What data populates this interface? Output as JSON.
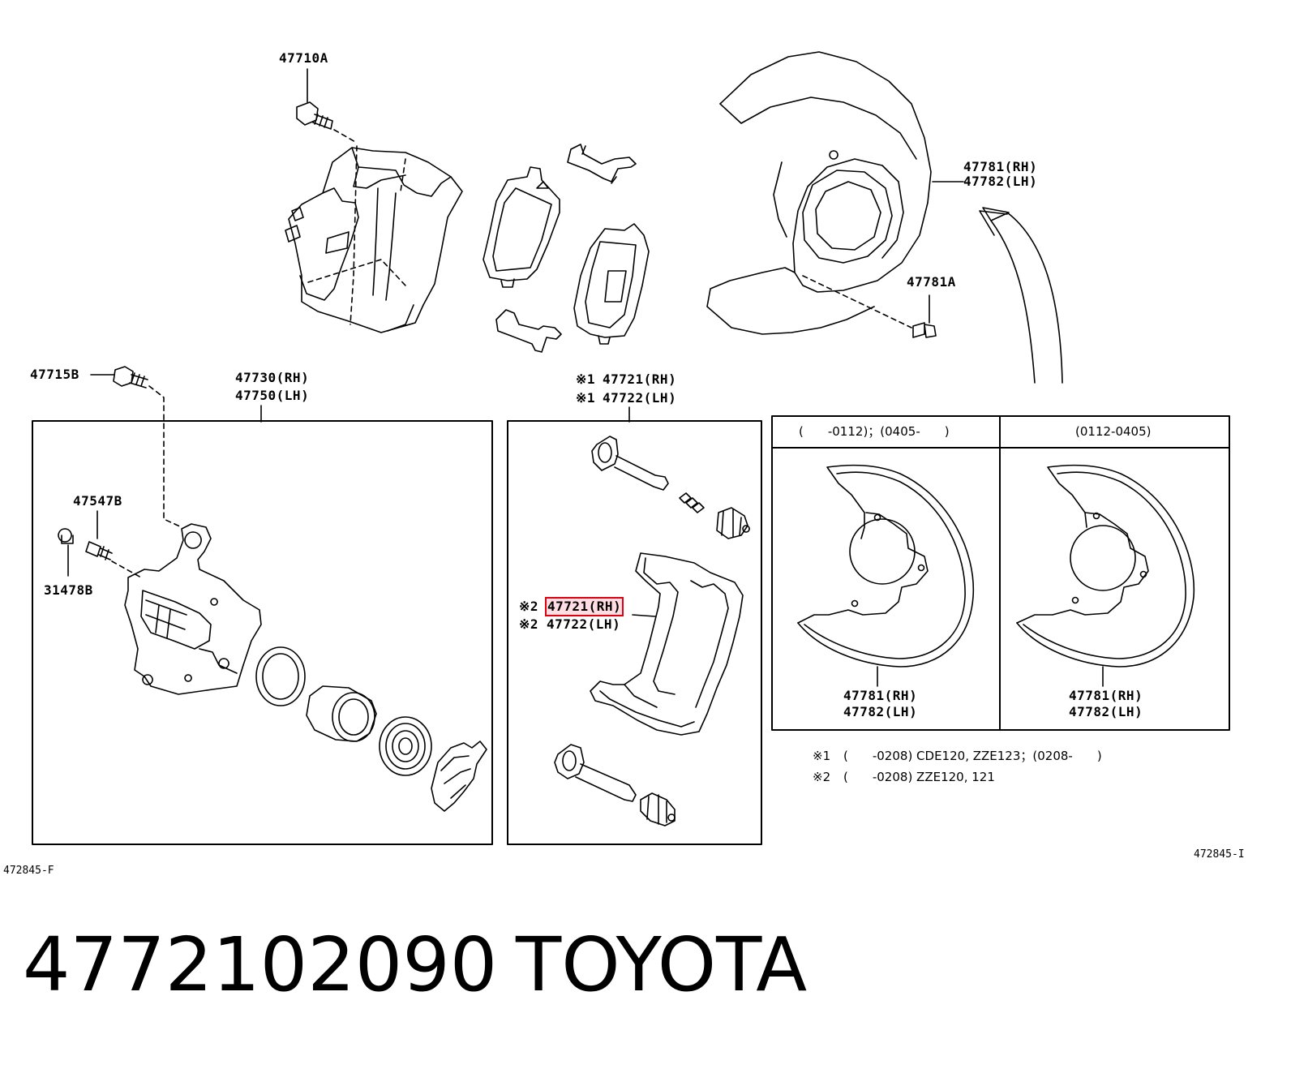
{
  "labels": {
    "bolt_top": "47710A",
    "shield_rh": "47781(RH)",
    "shield_lh": "47782(LH)",
    "shield_bolt": "47781A",
    "bolt_left": "47715B",
    "cyl_rh": "47730(RH)",
    "cyl_lh": "47750(LH)",
    "mount_top_rh": "47721(RH)",
    "mount_top_lh": "47722(LH)",
    "mount_top_mark": "※1",
    "bleeder": "47547B",
    "cap": "31478B",
    "mount_mid_mark": "※2",
    "mount_mid_rh": "47721(RH)",
    "mount_mid_lh": "47722(LH)",
    "variant_a_header": "(　　-0112)；(0405-　　)",
    "variant_b_header": "(0112-0405)",
    "variant_a_rh": "47781(RH)",
    "variant_a_lh": "47782(LH)",
    "variant_b_rh": "47781(RH)",
    "variant_b_lh": "47782(LH)",
    "note1_mark": "※1",
    "note1_text": "(　　-0208) CDE120, ZZE123；(0208-　　)",
    "note2_mark": "※2",
    "note2_text": "(　　-0208) ZZE120, 121",
    "ref_left": "472845-F",
    "ref_right": "472845-I"
  },
  "footer": {
    "part_number": "4772102090",
    "brand": "TOYOTA"
  },
  "colors": {
    "line": "#000000",
    "highlight": "#e0000f"
  }
}
